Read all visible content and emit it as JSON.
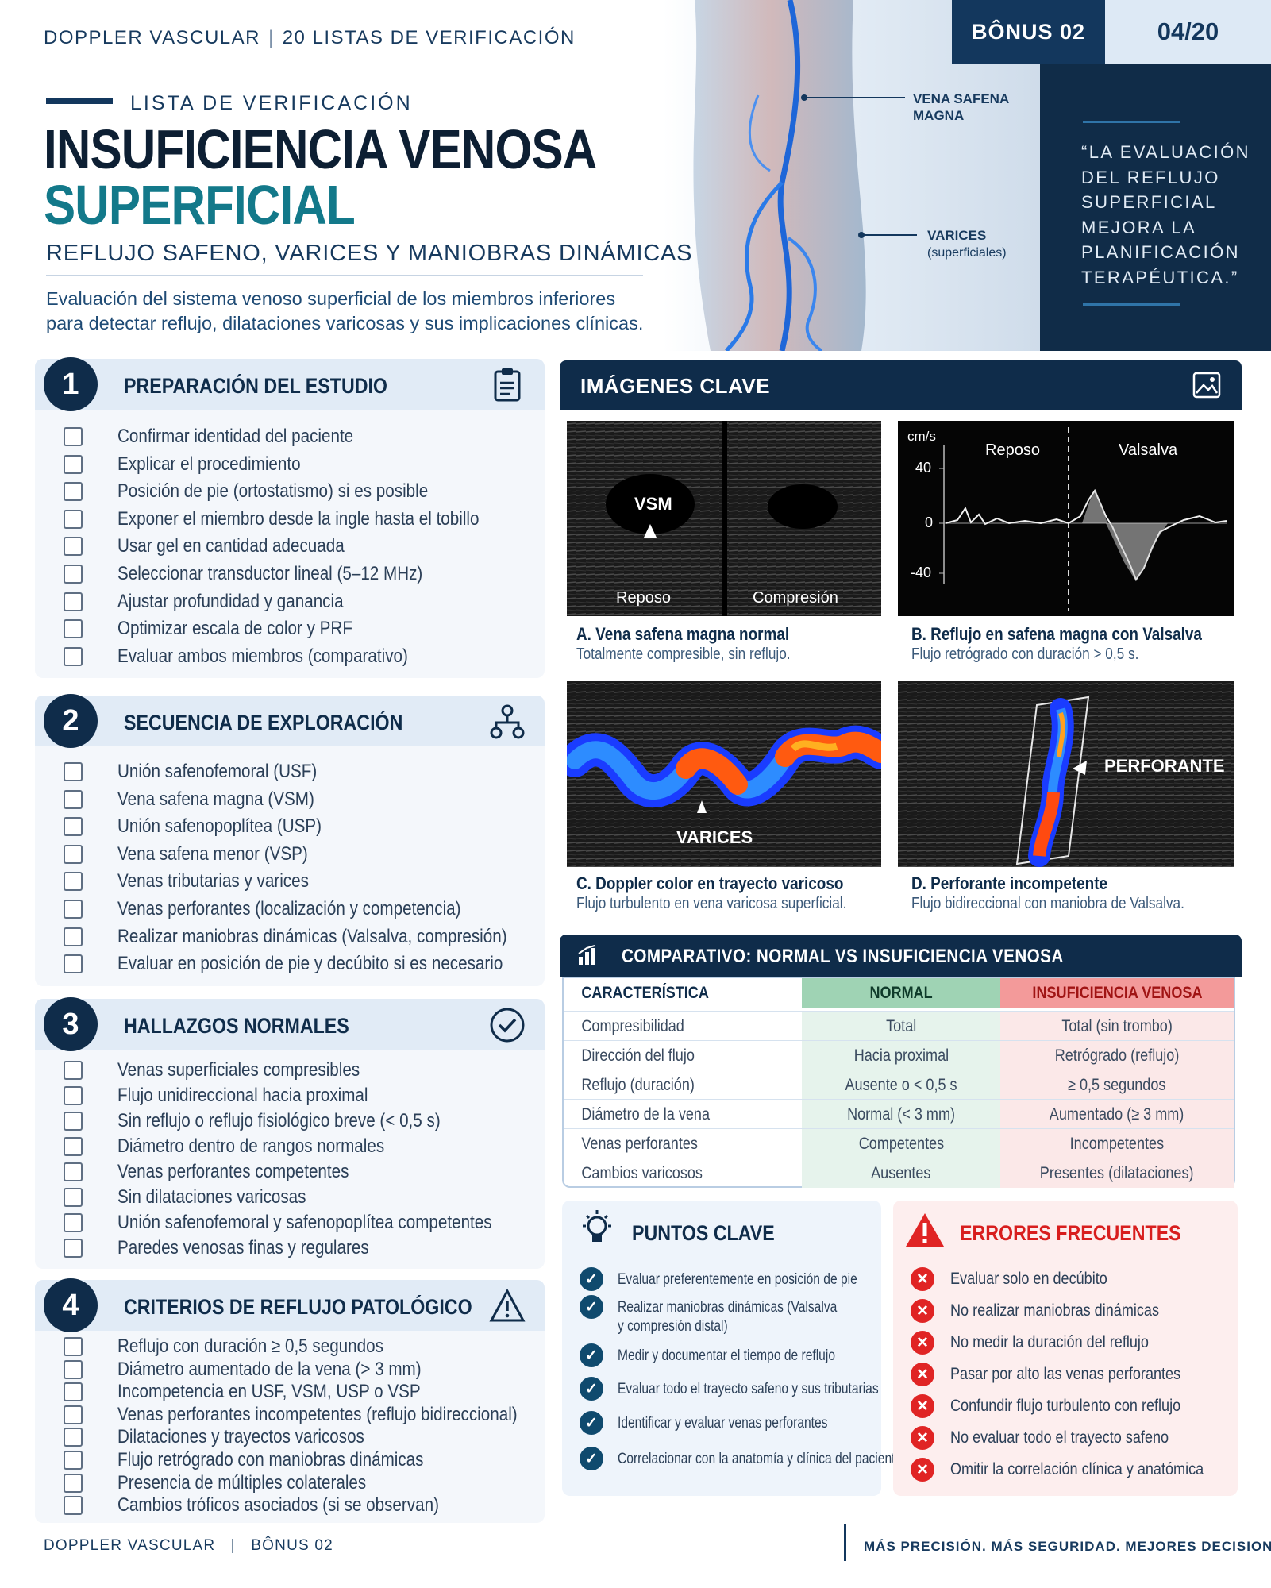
{
  "header": {
    "brand": "DOPPLER VASCULAR",
    "series": "20 LISTAS DE VERIFICACIÓN",
    "bonus": "BÔNUS 02",
    "page": "04/20",
    "kicker": "LISTA DE VERIFICACIÓN",
    "title_line1": "INSUFICIENCIA VENOSA",
    "title_line2": "SUPERFICIAL",
    "subtitle": "REFLUJO SAFENO, VARICES Y MANIOBRAS DINÁMICAS",
    "intro_line1": "Evaluación del sistema venoso superficial de los miembros inferiores",
    "intro_line2": "para detectar reflujo, dilataciones varicosas y sus implicaciones clínicas.",
    "quote": "“LA EVALUACIÓN DEL REFLUJO SUPERFICIAL MEJORA LA PLANIFICACIÓN TERAPÉUTICA.”",
    "legend_vsm": [
      "VENA SAFENA",
      "MAGNA"
    ],
    "legend_varices": "VARICES",
    "legend_varices_sub": "(superficiales)"
  },
  "sections": [
    {
      "number": "1",
      "title": "PREPARACIÓN DEL ESTUDIO",
      "icon": "clipboard-icon",
      "items": [
        "Confirmar identidad del paciente",
        "Explicar el procedimiento",
        "Posición de pie (ortostatismo) si es posible",
        "Exponer el miembro desde la ingle hasta el tobillo",
        "Usar gel en cantidad adecuada",
        "Seleccionar transductor lineal (5–12 MHz)",
        "Ajustar profundidad y ganancia",
        "Optimizar escala de color y PRF",
        "Evaluar ambos miembros (comparativo)"
      ]
    },
    {
      "number": "2",
      "title": "SECUENCIA DE EXPLORACIÓN",
      "icon": "flow-diagram-icon",
      "items": [
        "Unión safenofemoral (USF)",
        "Vena safena magna (VSM)",
        "Unión safenopoplítea (USP)",
        "Vena safena menor (VSP)",
        "Venas tributarias y varices",
        "Venas perforantes (localización y competencia)",
        "Realizar maniobras dinámicas (Valsalva, compresión)",
        "Evaluar en posición de pie y decúbito si es necesario"
      ]
    },
    {
      "number": "3",
      "title": "HALLAZGOS NORMALES",
      "icon": "check-circle-icon",
      "items": [
        "Venas superficiales compresibles",
        "Flujo unidireccional hacia proximal",
        "Sin reflujo o reflujo fisiológico breve (< 0,5 s)",
        "Diámetro dentro de rangos normales",
        "Venas perforantes competentes",
        "Sin dilataciones varicosas",
        "Unión safenofemoral y safenopoplítea competentes",
        "Paredes venosas finas y regulares"
      ]
    },
    {
      "number": "4",
      "title": "CRITERIOS DE REFLUJO PATOLÓGICO",
      "icon": "warning-icon",
      "items": [
        "Reflujo con duración ≥ 0,5 segundos",
        "Diámetro aumentado de la vena (> 3 mm)",
        "Incompetencia en USF, VSM, USP o VSP",
        "Venas perforantes incompetentes (reflujo bidireccional)",
        "Dilataciones y trayectos varicosos",
        "Flujo retrógrado con maniobras dinámicas",
        "Presencia de múltiples colaterales",
        "Cambios tróficos asociados (si se observan)"
      ]
    }
  ],
  "images": {
    "title": "IMÁGENES CLAVE",
    "a": {
      "title": "A. Vena safena magna normal",
      "caption": "Totalmente compresible, sin reflujo.",
      "label": "VSM",
      "left": "Reposo",
      "right": "Compresión"
    },
    "b": {
      "title": "B. Reflujo en safena magna con Valsalva",
      "caption": "Flujo retrógrado con duración > 0,5 s.",
      "unit": "cm/s",
      "ticks": [
        "40",
        "0",
        "-40"
      ],
      "left": "Reposo",
      "right": "Valsalva"
    },
    "c": {
      "title": "C. Doppler color en trayecto varicoso",
      "caption": "Flujo turbulento en vena varicosa superficial.",
      "label": "VARICES"
    },
    "d": {
      "title": "D. Perforante incompetente",
      "caption": "Flujo bidireccional con maniobra de Valsalva.",
      "label": "PERFORANTE"
    }
  },
  "comparison": {
    "title": "COMPARATIVO: NORMAL VS INSUFICIENCIA VENOSA",
    "headers": [
      "CARACTERÍSTICA",
      "NORMAL",
      "INSUFICIENCIA VENOSA"
    ],
    "rows": [
      [
        "Compresibilidad",
        "Total",
        "Total (sin trombo)"
      ],
      [
        "Dirección del flujo",
        "Hacia proximal",
        "Retrógrado (reflujo)"
      ],
      [
        "Reflujo (duración)",
        "Ausente o < 0,5 s",
        "≥ 0,5 segundos"
      ],
      [
        "Diámetro de la vena",
        "Normal (< 3 mm)",
        "Aumentado (≥ 3 mm)"
      ],
      [
        "Venas perforantes",
        "Competentes",
        "Incompetentes"
      ],
      [
        "Cambios varicosos",
        "Ausentes",
        "Presentes (dilataciones)"
      ]
    ]
  },
  "key_points": {
    "title": "PUNTOS CLAVE",
    "items": [
      [
        "Evaluar preferentemente en posición de pie"
      ],
      [
        "Realizar maniobras dinámicas (Valsalva",
        "y compresión distal)"
      ],
      [
        "Medir y documentar el tiempo de reflujo"
      ],
      [
        "Evaluar todo el trayecto safeno y sus tributarias"
      ],
      [
        "Identificar y evaluar venas perforantes"
      ],
      [
        "Correlacionar con la anatomía y clínica del paciente"
      ]
    ]
  },
  "errors": {
    "title": "ERRORES FRECUENTES",
    "items": [
      "Evaluar solo en decúbito",
      "No realizar maniobras dinámicas",
      "No medir la duración del reflujo",
      "Pasar por alto las venas perforantes",
      "Confundir flujo turbulento con reflujo",
      "No evaluar todo el trayecto safeno",
      "Omitir la correlación clínica y anatómica"
    ]
  },
  "footer": {
    "left": "DOPPLER VASCULAR   |   BÔNUS 02",
    "right": "MÁS PRECISIÓN. MÁS SEGURIDAD. MEJORES DECISIONES."
  },
  "colors": {
    "navy": "#0f2c4a",
    "teal": "#13798a",
    "normal_bg": "#e6f3ec",
    "insuf_bg": "#fbe8e8",
    "check_green": "#0f4a6e",
    "error_red": "#e02424"
  }
}
